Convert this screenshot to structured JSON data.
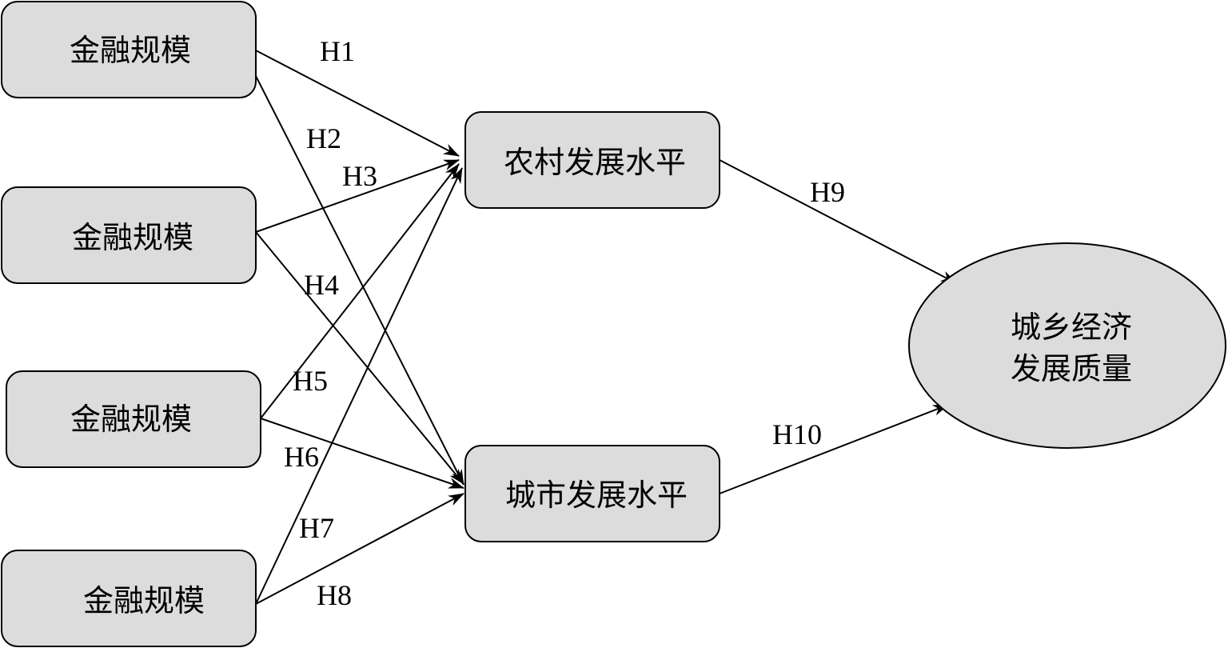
{
  "colors": {
    "node_fill": "#dcdcdc",
    "stroke": "#000000",
    "background": "#ffffff"
  },
  "nodes": {
    "input_1": "金融规模",
    "input_2": "金融规模",
    "input_3": "金融规模",
    "input_4": "金融规模",
    "rural": "农村发展水平",
    "urban": "城市发展水平",
    "outcome_line1": "城乡经济",
    "outcome_line2": "发展质量"
  },
  "edges": [
    {
      "id": "H1",
      "from": "input_1",
      "to": "rural"
    },
    {
      "id": "H2",
      "from": "input_1",
      "to": "urban"
    },
    {
      "id": "H3",
      "from": "input_2",
      "to": "rural"
    },
    {
      "id": "H4",
      "from": "input_2",
      "to": "urban"
    },
    {
      "id": "H5",
      "from": "input_3",
      "to": "rural"
    },
    {
      "id": "H6",
      "from": "input_3",
      "to": "urban"
    },
    {
      "id": "H7",
      "from": "input_4",
      "to": "rural"
    },
    {
      "id": "H8",
      "from": "input_4",
      "to": "urban"
    },
    {
      "id": "H9",
      "from": "rural",
      "to": "outcome"
    },
    {
      "id": "H10",
      "from": "urban",
      "to": "outcome"
    }
  ]
}
